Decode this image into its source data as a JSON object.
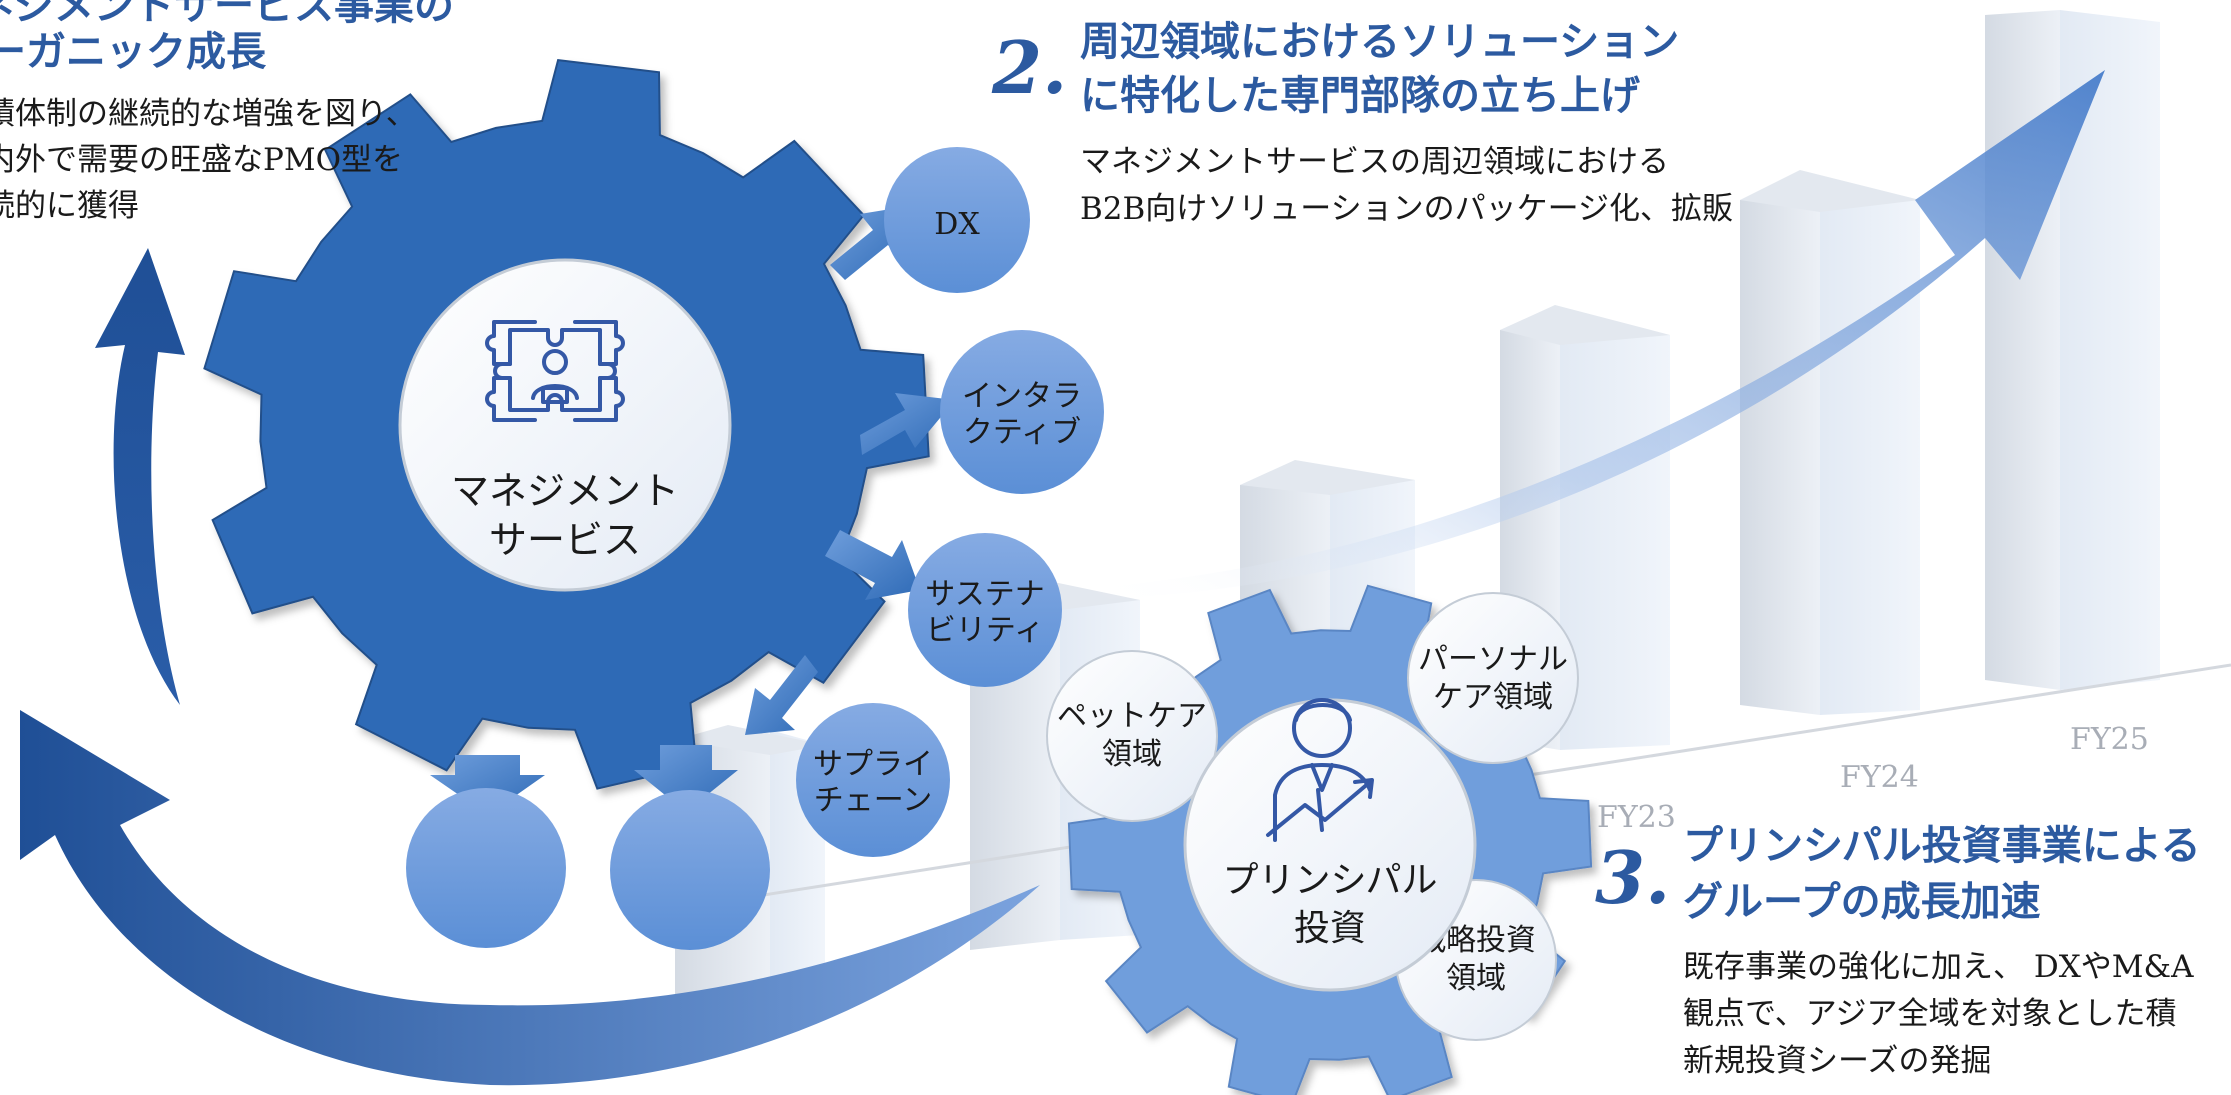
{
  "section1": {
    "title_lines": [
      "ネジメントサービス事業の",
      "ーガニック成長"
    ],
    "body_lines": [
      "積体制の継続的な増強を図り、",
      "内外で需要の旺盛なPMO型を",
      "続的に獲得"
    ]
  },
  "section2": {
    "number": "2.",
    "title_lines": [
      "周辺領域におけるソリューション",
      "に特化した専門部隊の立ち上げ"
    ],
    "body_lines": [
      "マネジメントサービスの周辺領域における",
      "B2B向けソリューションのパッケージ化、拡販"
    ]
  },
  "section3": {
    "number": "3.",
    "title_lines": [
      "プリンシパル投資事業による",
      "グループの成長加速"
    ],
    "body_lines": [
      "既存事業の強化に加え、 DXやM&A",
      "観点で、アジア全域を対象とした積",
      "新規投資シーズの発掘"
    ]
  },
  "main_gear": {
    "label_lines": [
      "マネジメント",
      "サービス"
    ],
    "icon": "puzzle-person-icon"
  },
  "solutions": [
    {
      "lines": [
        "DX"
      ]
    },
    {
      "lines": [
        "インタラ",
        "クティブ"
      ]
    },
    {
      "lines": [
        "サステナ",
        "ビリティ"
      ]
    },
    {
      "lines": [
        "サプライ",
        "チェーン"
      ]
    },
    {
      "lines": []
    },
    {
      "lines": []
    }
  ],
  "invest_gear": {
    "label_lines": [
      "プリンシパル",
      "投資"
    ],
    "icon": "growth-person-icon"
  },
  "invest_domains": [
    {
      "lines": [
        "ペットケア",
        "領域"
      ]
    },
    {
      "lines": [
        "パーソナル",
        "ケア領域"
      ]
    },
    {
      "lines": [
        "戦略投資",
        "領域"
      ]
    }
  ],
  "fiscal_years": [
    "FY23",
    "FY24",
    "FY25"
  ],
  "colors": {
    "main_gear": "#2e6ab6",
    "invest_gear": "#6f9edc",
    "accent_text": "#2c5aa0",
    "bar": "#d8e2ee",
    "arrow": "#3a6cb4"
  }
}
